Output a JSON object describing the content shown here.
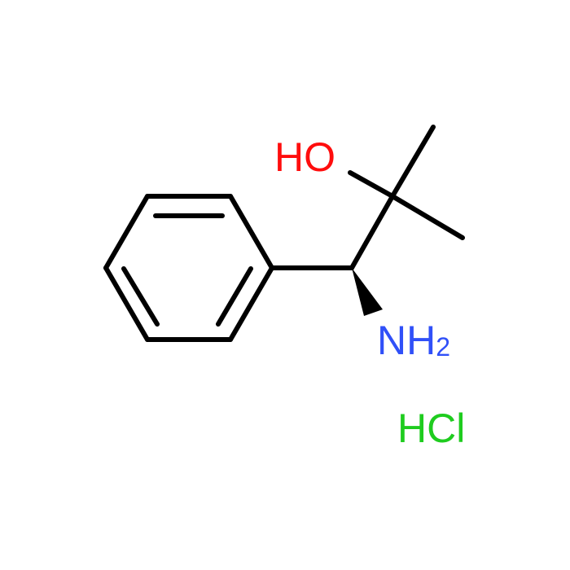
{
  "molecule": {
    "labels": {
      "oh": "HO",
      "amine": "NH",
      "amine_subscript": "2",
      "salt": "HCl"
    },
    "colors": {
      "bond": "#000000",
      "oxygen": "#ff0d0d",
      "nitrogen": "#3050f8",
      "chlorine": "#1fcc1f"
    }
  }
}
